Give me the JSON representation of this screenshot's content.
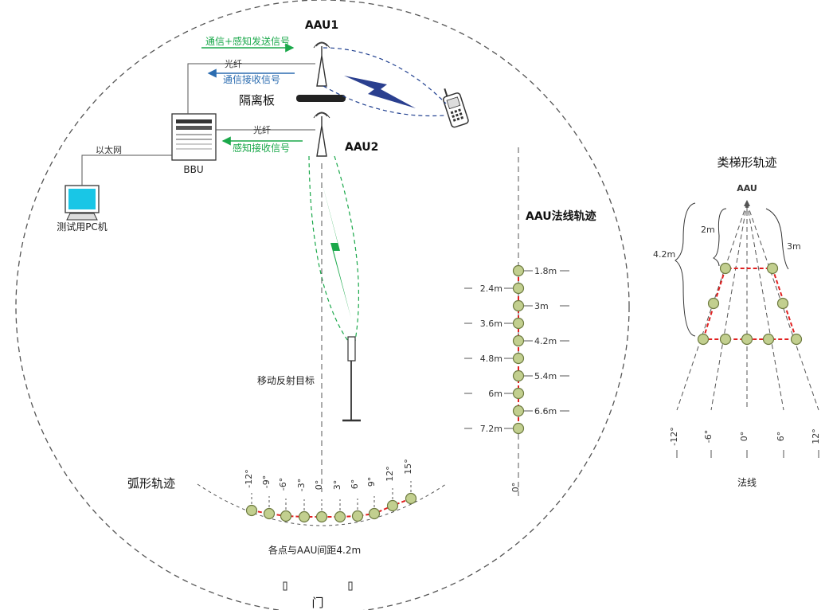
{
  "colors": {
    "green_signal": "#1aa84a",
    "blue_signal": "#2b6cb0",
    "trajectory_red": "#e02020",
    "node_fill": "#c2cf8f",
    "node_stroke": "#6d7a40",
    "dashed_gray": "#555555"
  },
  "main": {
    "aau1": "AAU1",
    "aau2": "AAU2",
    "separator": "隔离板",
    "bbu": "BBU",
    "pc": "测试用PC机",
    "ethernet": "以太网",
    "fiber1": "光纤",
    "fiber2": "光纤",
    "comm_sense_send": "通信+感知发送信号",
    "comm_receive": "通信接收信号",
    "sense_receive": "感知接收信号",
    "moving_target": "移动反射目标",
    "door": "门",
    "icons": [
      "antenna-icon",
      "phone-icon",
      "computer-icon",
      "server-icon"
    ]
  },
  "arc": {
    "title": "弧形轨迹",
    "angles": [
      "-12°",
      "-9°",
      "-6°",
      "-3°",
      "0°",
      "3°",
      "6°",
      "9°",
      "12°",
      "15°"
    ],
    "distance_label": "各点与AAU间距4.2m"
  },
  "normal": {
    "title": "AAU法线轨迹",
    "right_labels": [
      "1.8m",
      "3m",
      "4.2m",
      "5.4m",
      "6.6m"
    ],
    "left_labels": [
      "2.4m",
      "3.6m",
      "4.8m",
      "6m",
      "7.2m"
    ],
    "bottom_label": "0°"
  },
  "trapezoid": {
    "title": "类梯形轨迹",
    "aau": "AAU",
    "dist_2m": "2m",
    "dist_3m": "3m",
    "dist_42m": "4.2m",
    "angles": [
      "-12°",
      "-6°",
      "0°",
      "6°",
      "12°"
    ],
    "normal_label": "法线"
  }
}
